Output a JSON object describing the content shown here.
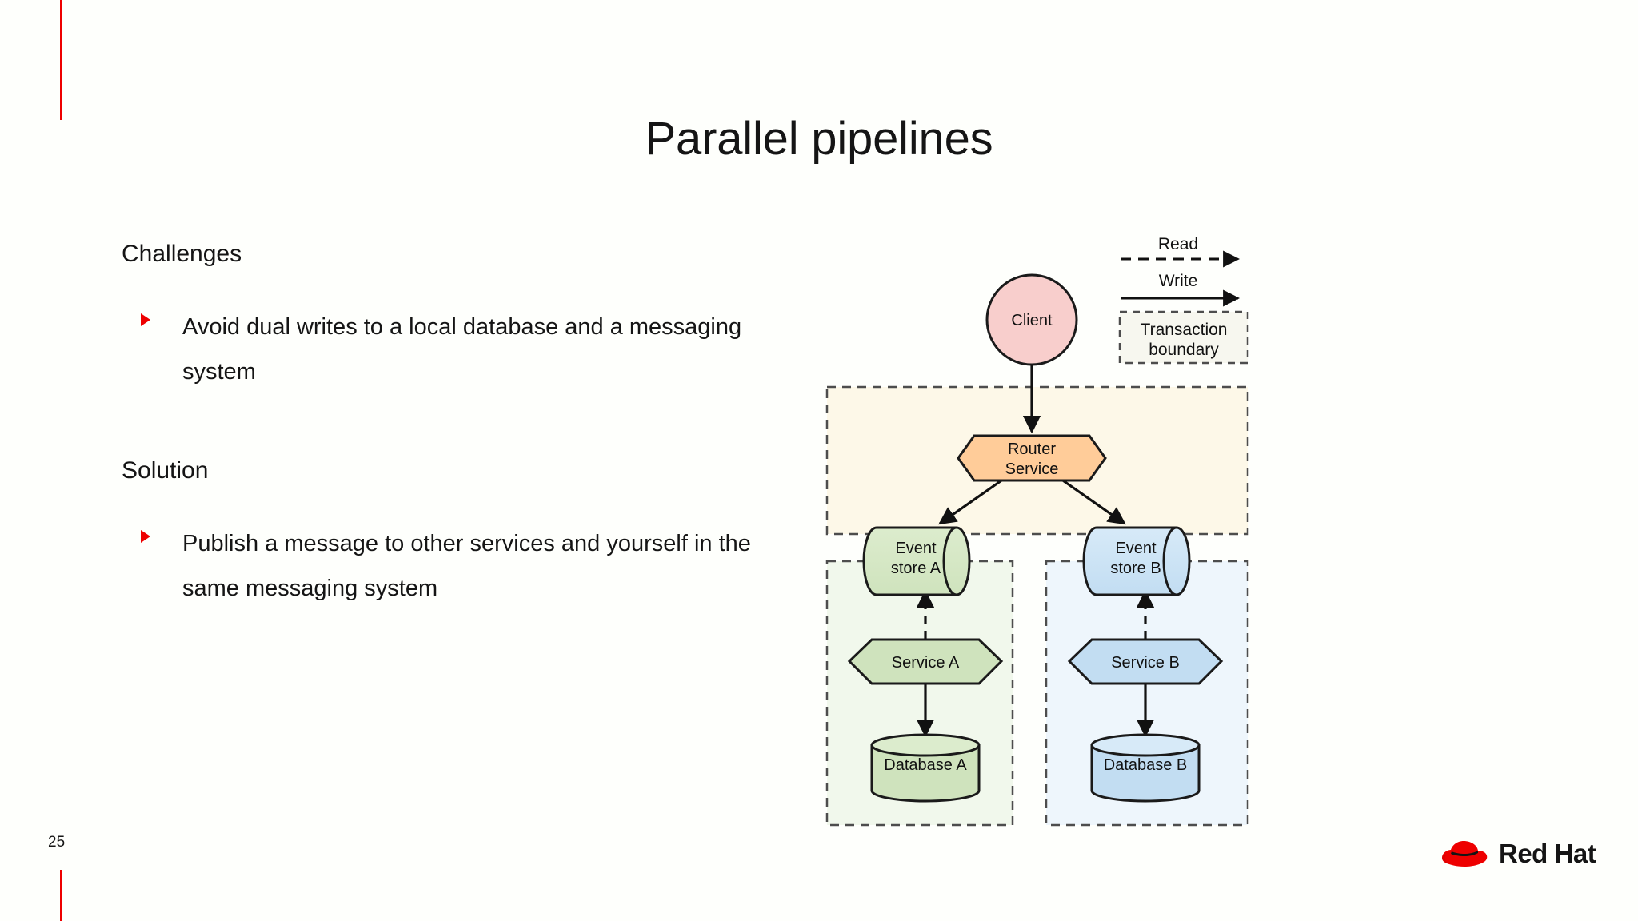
{
  "slide": {
    "title": "Parallel pipelines",
    "page_number": "25",
    "accent_color": "#ee0000",
    "background_color": "#fefffc"
  },
  "brand": {
    "name": "Red Hat",
    "logo_icon": "redhat-fedora-icon",
    "logo_color": "#ee0000"
  },
  "content": {
    "sections": [
      {
        "heading": "Challenges",
        "bullets": [
          "Avoid dual writes to a local database and a messaging system"
        ]
      },
      {
        "heading": "Solution",
        "bullets": [
          "Publish a message to other services and yourself in the same messaging system"
        ]
      }
    ]
  },
  "diagram": {
    "legend": {
      "read_label": "Read",
      "write_label": "Write",
      "boundary_label_line1": "Transaction",
      "boundary_label_line2": "boundary"
    },
    "nodes": {
      "client": {
        "label": "Client",
        "shape": "circle",
        "fill": "#f8cecc",
        "stroke": "#b85450"
      },
      "router": {
        "label_line1": "Router",
        "label_line2": "Service",
        "shape": "hexagon",
        "fill": "#ffcc99",
        "stroke": "#36393d"
      },
      "event_store_a": {
        "label_line1": "Event",
        "label_line2": "store A",
        "shape": "cylinder-horizontal",
        "fill": "#d5e8d4",
        "stroke": "#274e13"
      },
      "event_store_b": {
        "label_line1": "Event",
        "label_line2": "store B",
        "shape": "cylinder-horizontal",
        "fill": "#cfe5f7",
        "stroke": "#10739e"
      },
      "service_a": {
        "label": "Service A",
        "shape": "hexagon",
        "fill": "#d5e8d4",
        "stroke": "#1a1a1a"
      },
      "service_b": {
        "label": "Service B",
        "shape": "hexagon",
        "fill": "#cfe5f7",
        "stroke": "#1a1a1a"
      },
      "database_a": {
        "label": "Database A",
        "shape": "cylinder-vertical",
        "fill": "#d5e8d4",
        "stroke": "#1a1a1a"
      },
      "database_b": {
        "label": "Database B",
        "shape": "cylinder-vertical",
        "fill": "#cfe5f7",
        "stroke": "#1a1a1a"
      }
    },
    "boundaries": {
      "transaction_top": {
        "fill": "#fdf8e8",
        "stroke": "#4d4d4d"
      },
      "service_a_group": {
        "fill": "#f0f7ec",
        "stroke": "#4d4d4d"
      },
      "service_b_group": {
        "fill": "#eef6fc",
        "stroke": "#4d4d4d"
      }
    },
    "edges": [
      {
        "from": "client",
        "to": "router",
        "type": "write"
      },
      {
        "from": "router",
        "to": "event_store_a",
        "type": "write"
      },
      {
        "from": "router",
        "to": "event_store_b",
        "type": "write"
      },
      {
        "from": "service_a",
        "to": "event_store_a",
        "type": "read"
      },
      {
        "from": "service_b",
        "to": "event_store_b",
        "type": "read"
      },
      {
        "from": "service_a",
        "to": "database_a",
        "type": "write"
      },
      {
        "from": "service_b",
        "to": "database_b",
        "type": "write"
      }
    ]
  }
}
